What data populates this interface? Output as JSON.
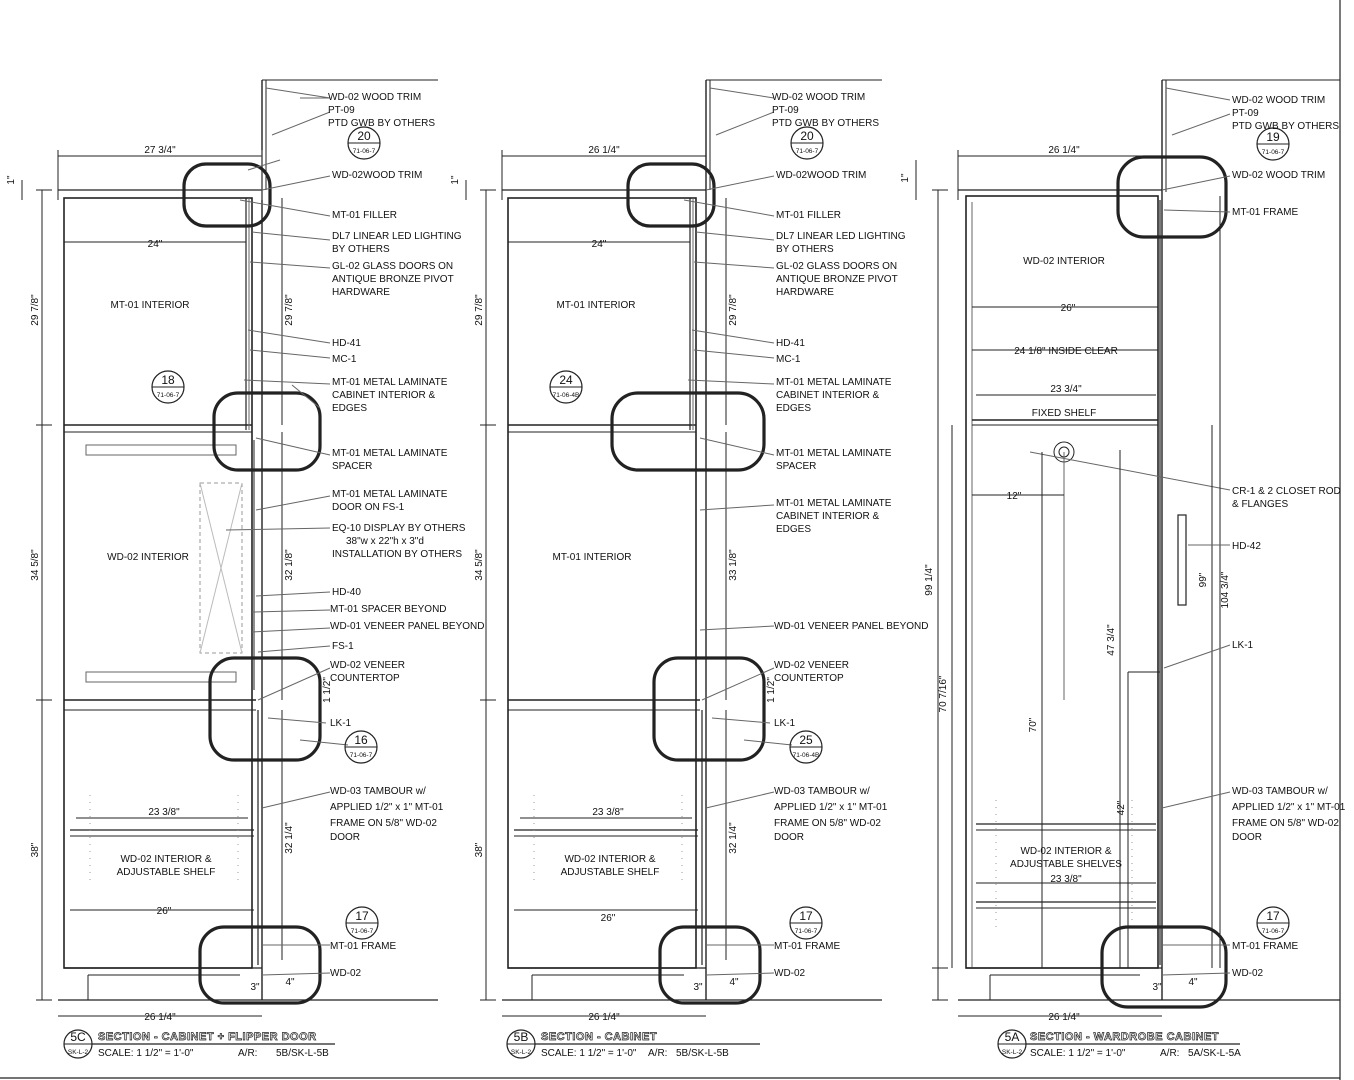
{
  "sections": [
    {
      "id": "5C",
      "tag": "5C",
      "sheet": "SK-L-2",
      "title": "SECTION - CABINET + FLIPPER DOOR",
      "scale": "SCALE: 1 1/2\" = 1'-0\"",
      "ar": "A/R:",
      "ar_ref": "5B/SK-L-5B",
      "areas": [
        "MT-01 INTERIOR",
        "WD-02 INTERIOR",
        "WD-02 INTERIOR &",
        "ADJUSTABLE SHELF"
      ],
      "dims": [
        "27 3/4\"",
        "1\"",
        "24\"",
        "29 7/8\"",
        "29 7/8\"",
        "34 5/8\"",
        "32 1/8\"",
        "38\"",
        "32 1/4\"",
        "23 3/8\"",
        "26\"",
        "26 1/4\"",
        "3\"",
        "4\"",
        "1 1/2\""
      ],
      "details": [
        {
          "num": "20",
          "ref": "71-06-7"
        },
        {
          "num": "18",
          "ref": "71-06-7"
        },
        {
          "num": "16",
          "ref": "71-06-7"
        },
        {
          "num": "17",
          "ref": "71-06-7"
        }
      ],
      "notes": [
        "WD-02 WOOD TRIM",
        "PT-09",
        "PTD GWB BY OTHERS",
        "WD-02WOOD TRIM",
        "MT-01 FILLER",
        "DL7 LINEAR LED LIGHTING",
        "BY OTHERS",
        "GL-02 GLASS DOORS ON",
        "ANTIQUE BRONZE PIVOT",
        "HARDWARE",
        "HD-41",
        "MC-1",
        "MT-01 METAL LAMINATE",
        "CABINET INTERIOR &",
        "EDGES",
        "MT-01 METAL LAMINATE",
        "SPACER",
        "MT-01 METAL LAMINATE",
        "DOOR ON FS-1",
        "EQ-10 DISPLAY BY OTHERS",
        "38\"w x 22\"h x 3\"d",
        "INSTALLATION BY OTHERS",
        "HD-40",
        "MT-01 SPACER BEYOND",
        "WD-01 VENEER PANEL BEYOND",
        "FS-1",
        "WD-02 VENEER",
        "COUNTERTOP",
        "LK-1",
        "WD-03 TAMBOUR w/",
        "APPLIED 1/2\" x 1\" MT-01",
        "FRAME ON 5/8\" WD-02",
        "DOOR",
        "MT-01 FRAME",
        "WD-02"
      ]
    },
    {
      "id": "5B",
      "tag": "5B",
      "sheet": "SK-L-2",
      "title": "SECTION - CABINET",
      "scale": "SCALE: 1 1/2\" = 1'-0\"",
      "ar": "A/R:",
      "ar_ref": "5B/SK-L-5B",
      "areas": [
        "MT-01 INTERIOR",
        "MT-01 INTERIOR",
        "WD-02 INTERIOR &",
        "ADJUSTABLE SHELF"
      ],
      "dims": [
        "26 1/4\"",
        "1\"",
        "24\"",
        "29 7/8\"",
        "29 7/8\"",
        "34 5/8\"",
        "33 1/8\"",
        "38\"",
        "32 1/4\"",
        "23 3/8\"",
        "26\"",
        "26 1/4\"",
        "3\"",
        "4\"",
        "1 1/2\""
      ],
      "details": [
        {
          "num": "20",
          "ref": "71-06-7"
        },
        {
          "num": "24",
          "ref": "71-06-4B"
        },
        {
          "num": "25",
          "ref": "71-06-4B"
        },
        {
          "num": "17",
          "ref": "71-06-7"
        }
      ],
      "notes": [
        "WD-02 WOOD TRIM",
        "PT-09",
        "PTD GWB BY OTHERS",
        "WD-02WOOD TRIM",
        "MT-01 FILLER",
        "DL7 LINEAR LED LIGHTING",
        "BY OTHERS",
        "GL-02 GLASS DOORS ON",
        "ANTIQUE BRONZE PIVOT",
        "HARDWARE",
        "HD-41",
        "MC-1",
        "MT-01 METAL LAMINATE",
        "CABINET INTERIOR &",
        "EDGES",
        "MT-01 METAL LAMINATE",
        "SPACER",
        "MT-01 METAL LAMINATE",
        "CABINET INTERIOR &",
        "EDGES",
        "WD-01 VENEER PANEL BEYOND",
        "WD-02 VENEER",
        "COUNTERTOP",
        "LK-1",
        "WD-03 TAMBOUR w/",
        "APPLIED 1/2\" x 1\" MT-01",
        "FRAME ON 5/8\" WD-02",
        "DOOR",
        "MT-01 FRAME",
        "WD-02"
      ]
    },
    {
      "id": "5A",
      "tag": "5A",
      "sheet": "SK-L-2",
      "title": "SECTION - WARDROBE CABINET",
      "scale": "SCALE: 1 1/2\" = 1'-0\"",
      "ar": "A/R:",
      "ar_ref": "5A/SK-L-5A",
      "areas": [
        "WD-02 INTERIOR",
        "FIXED SHELF",
        "WD-02 INTERIOR &",
        "ADJUSTABLE SHELVES"
      ],
      "dims": [
        "26 1/4\"",
        "1\"",
        "26\"",
        "24 1/8\" INSIDE CLEAR",
        "23 3/4\"",
        "12\"",
        "99 1/4\"",
        "70 7/16\"",
        "70\"",
        "47 3/4\"",
        "99\"",
        "104 3/4\"",
        "42\"",
        "23 3/8\"",
        "26 1/4\"",
        "3\"",
        "4\""
      ],
      "details": [
        {
          "num": "19",
          "ref": "71-06-7"
        },
        {
          "num": "17",
          "ref": "71-06-7"
        }
      ],
      "notes": [
        "WD-02 WOOD TRIM",
        "PT-09",
        "PTD GWB BY OTHERS",
        "WD-02 WOOD TRIM",
        "MT-01 FRAME",
        "CR-1 & 2 CLOSET ROD",
        "& FLANGES",
        "HD-42",
        "LK-1",
        "WD-03 TAMBOUR w/",
        "APPLIED 1/2\" x 1\" MT-01",
        "FRAME ON 5/8\" WD-02",
        "DOOR",
        "MT-01 FRAME",
        "WD-02"
      ]
    }
  ],
  "colors": {
    "line": "#222222",
    "thin": "#555555",
    "paper": "#ffffff"
  }
}
